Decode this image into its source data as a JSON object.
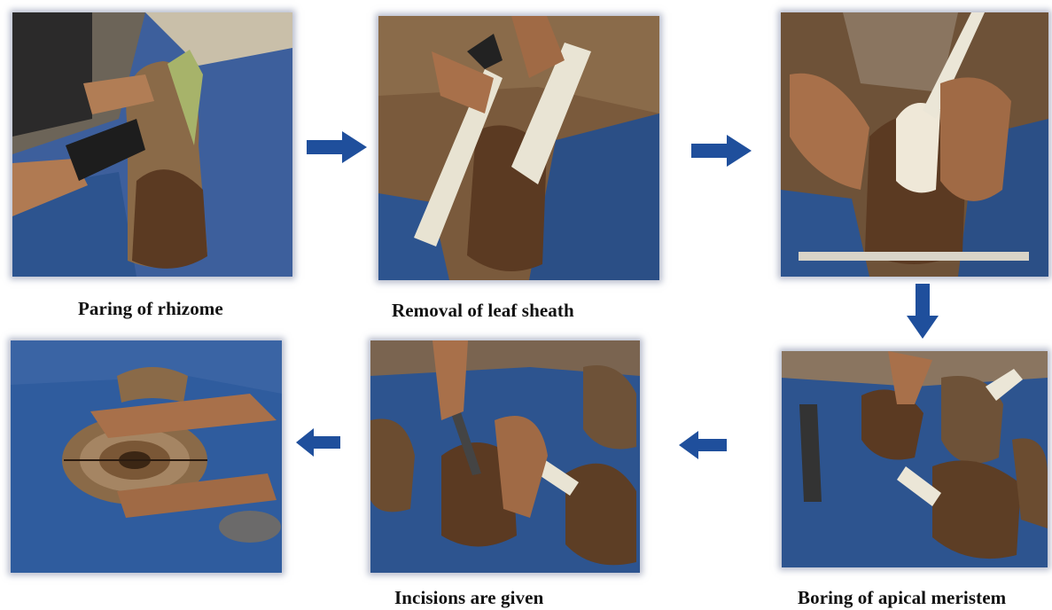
{
  "steps": [
    {
      "id": "step-1",
      "caption": "Paring of rhizome"
    },
    {
      "id": "step-2",
      "caption": "Removal of leaf sheath"
    },
    {
      "id": "step-3",
      "caption": ""
    },
    {
      "id": "step-4",
      "caption": "Boring of apical meristem"
    },
    {
      "id": "step-5",
      "caption": "Incisions are given"
    },
    {
      "id": "step-6",
      "caption": ""
    }
  ],
  "arrows": [
    "right",
    "right",
    "down",
    "left",
    "left"
  ],
  "colors": {
    "arrow": "#1f4f9c",
    "tarp": "#2c5fa8",
    "soil": "#7a5a3c",
    "rhizome": "#5b3a22",
    "skin": "#a8704a",
    "stem": "#e9e4d4"
  }
}
